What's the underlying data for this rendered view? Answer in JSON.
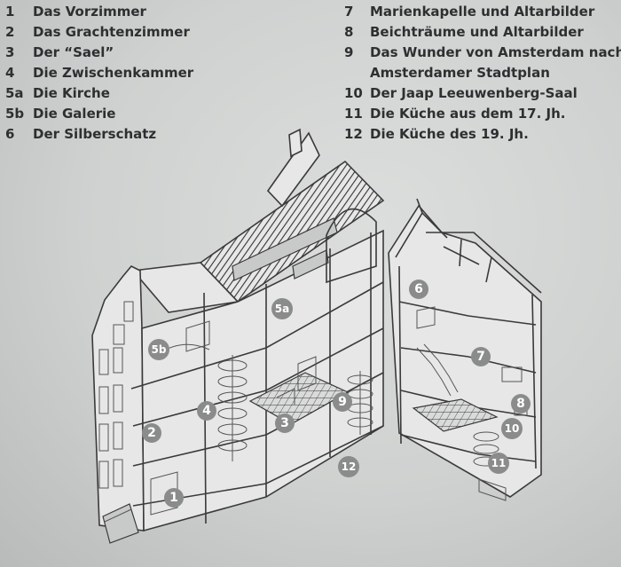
{
  "legend_left": [
    {
      "num": "1",
      "label": "Das Vorzimmer"
    },
    {
      "num": "2",
      "label": "Das Grachtenzimmer"
    },
    {
      "num": "3",
      "label": "Der “Sael”"
    },
    {
      "num": "4",
      "label": "Die Zwischenkammer"
    },
    {
      "num": "5a",
      "label": "Die Kirche"
    },
    {
      "num": "5b",
      "label": "Die Galerie"
    },
    {
      "num": "6",
      "label": "Der Silberschatz"
    }
  ],
  "legend_right": [
    {
      "num": "7",
      "label": "Marienkapelle und Altarbilder"
    },
    {
      "num": "8",
      "label": "Beichträume und Altarbilder"
    },
    {
      "num": "9",
      "label": "Das Wunder von Amsterdam nach"
    },
    {
      "num": "",
      "label": "Amsterdamer Stadtplan"
    },
    {
      "num": "10",
      "label": "Der Jaap Leeuwenberg-Saal"
    },
    {
      "num": "11",
      "label": "Die Küche aus dem 17. Jh."
    },
    {
      "num": "12",
      "label": "Die Küche des 19. Jh."
    }
  ],
  "markers": {
    "m1": "1",
    "m2": "2",
    "m3": "3",
    "m4": "4",
    "m5a": "5a",
    "m5b": "5b",
    "m6": "6",
    "m7": "7",
    "m8": "8",
    "m9": "9",
    "m10": "10",
    "m11": "11",
    "m12": "12"
  },
  "colors": {
    "text": "#2e2f30",
    "marker": "#8a8b8b",
    "panel": "#d6d8d7",
    "frame": "#3a3b3c"
  }
}
